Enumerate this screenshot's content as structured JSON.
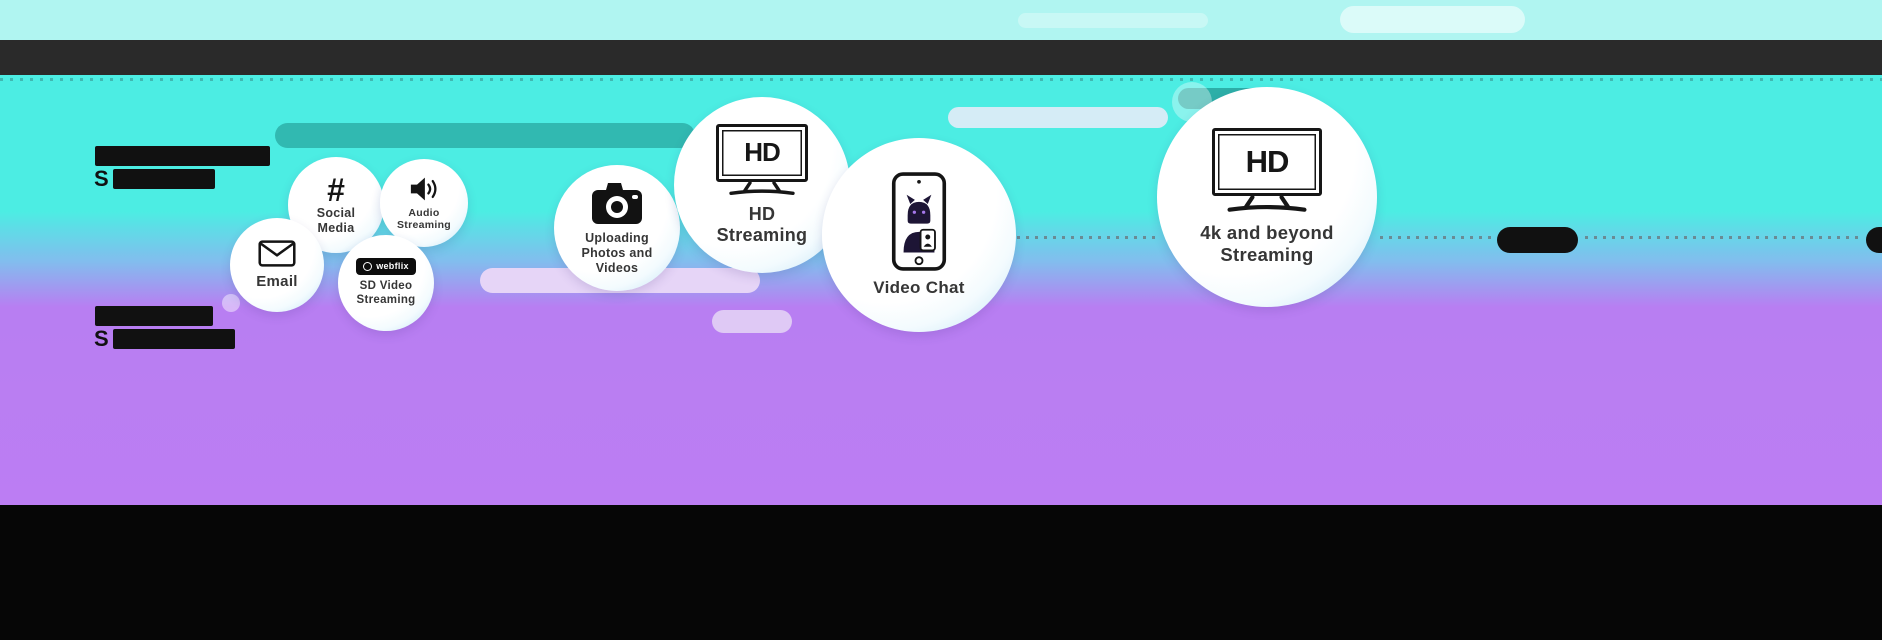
{
  "redacted_headings": {
    "top_line2_prefix": "S",
    "bottom_line2_prefix": "S"
  },
  "bubbles": [
    {
      "id": "email",
      "label": "Email",
      "icon": "envelope-icon"
    },
    {
      "id": "social-media",
      "label": "Social Media",
      "icon": "hashtag-icon",
      "symbol": "#"
    },
    {
      "id": "audio-streaming",
      "label": "Audio Streaming",
      "icon": "speaker-icon"
    },
    {
      "id": "sd-video-streaming",
      "label": "SD Video Streaming",
      "icon": "webflix-logo",
      "logo_text": "webflix"
    },
    {
      "id": "uploading-photos-videos",
      "label": "Uploading Photos and Videos",
      "icon": "camera-icon"
    },
    {
      "id": "hd-streaming",
      "label": "HD Streaming",
      "icon": "hd-tv-icon",
      "tv_text": "HD"
    },
    {
      "id": "video-chat",
      "label": "Video Chat",
      "icon": "video-chat-phone-icon"
    },
    {
      "id": "4k-streaming",
      "label": "4k and beyond Streaming",
      "icon": "hd-tv-icon",
      "tv_text": "HD"
    }
  ],
  "colors": {
    "background_cyan": "#4CEDE3",
    "background_purple": "#BC7DF3",
    "top_strip": "#B0F5F1",
    "banner_dark": "#2A2A2A",
    "footer_black": "#060606",
    "teal_pill": "#2FB4AC",
    "lavender_pill": "#E6D5F7",
    "light_blue_pill": "#D5ECF6",
    "dotted_line": "#69737A"
  }
}
